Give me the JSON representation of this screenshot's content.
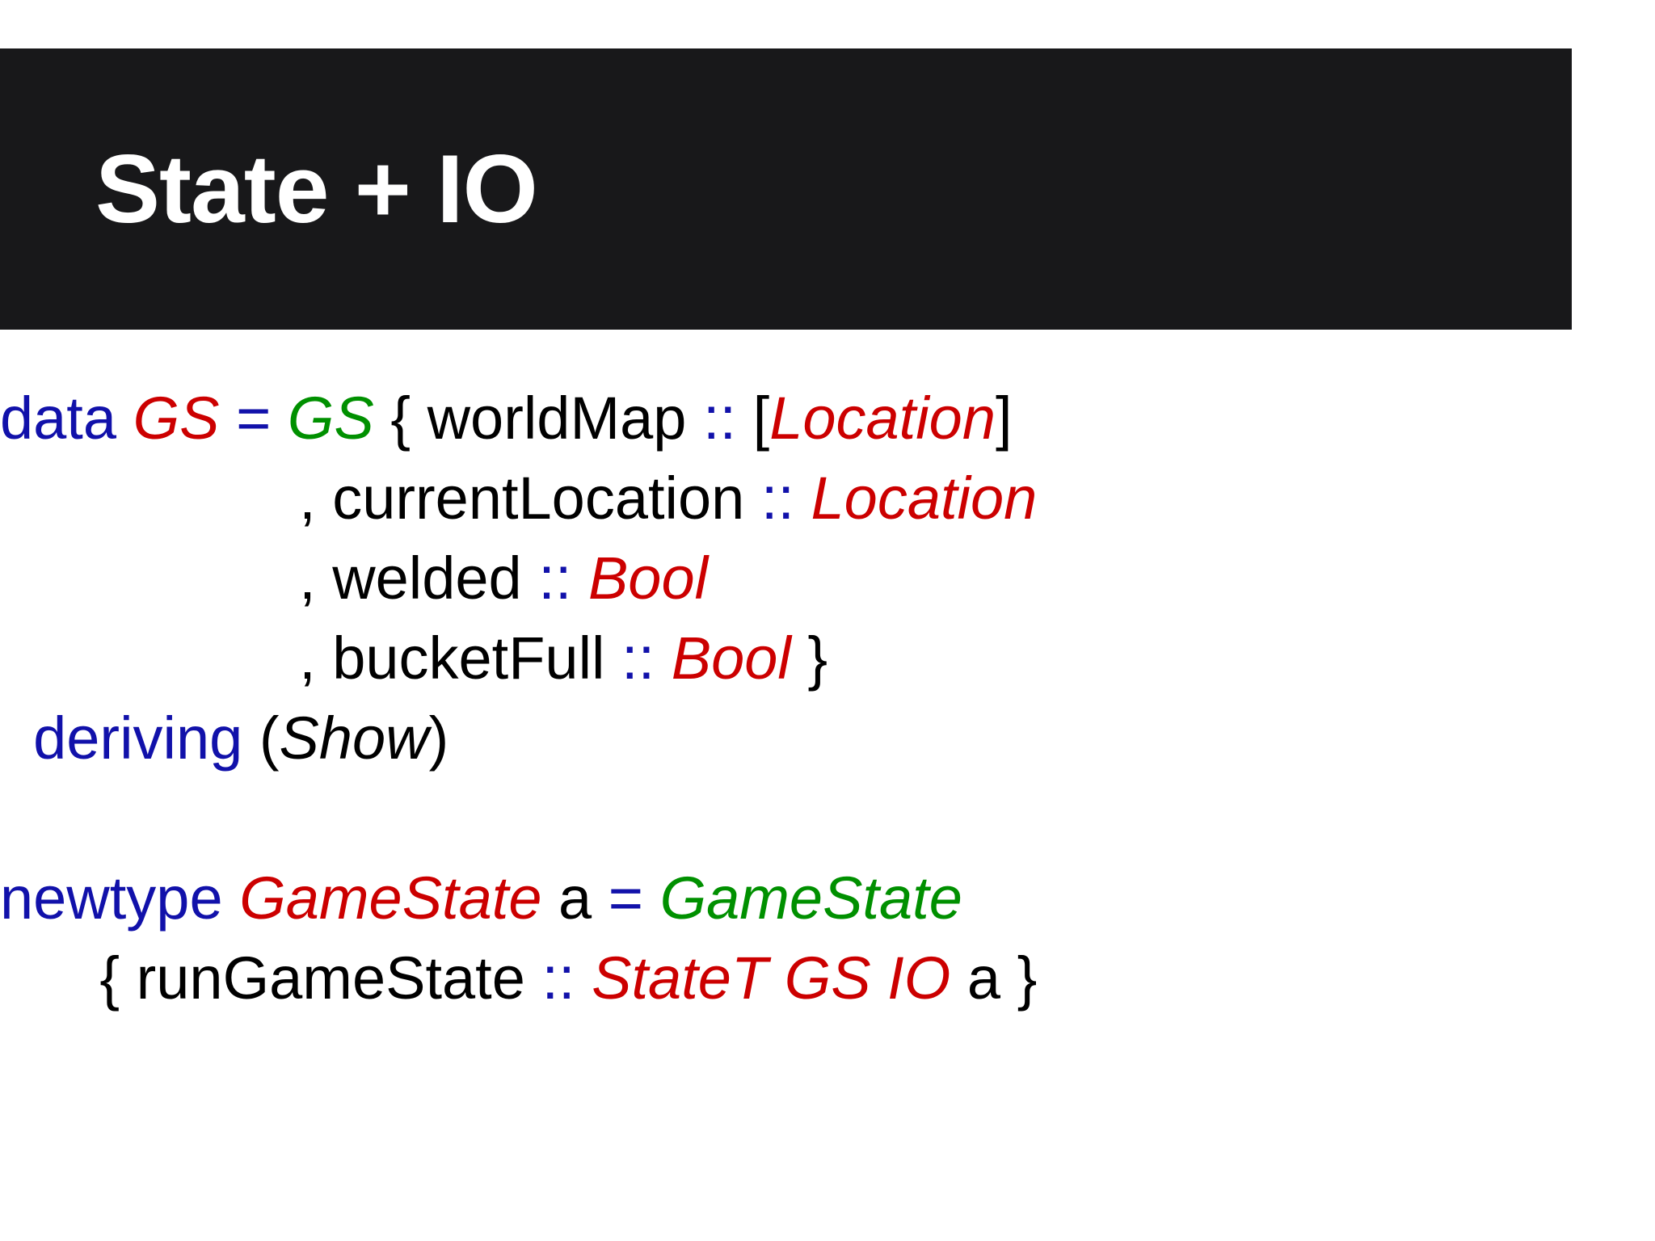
{
  "slide": {
    "title": "State + IO",
    "background_color": "#ffffff",
    "banner_color": "#18181a",
    "title_color": "#ffffff"
  },
  "palette": {
    "keyword_blue": "#1111aa",
    "type_red": "#cc0000",
    "constructor_green": "#009000",
    "plain_black": "#000000"
  },
  "code": {
    "language": "haskell",
    "lines": [
      {
        "id": "line-data-gs",
        "indent": "",
        "tokens": [
          {
            "text": "data ",
            "style": "kw"
          },
          {
            "text": "GS",
            "style": "type-red"
          },
          {
            "text": " ",
            "style": "plain"
          },
          {
            "text": "=",
            "style": "op"
          },
          {
            "text": " ",
            "style": "plain"
          },
          {
            "text": "GS",
            "style": "type-green"
          },
          {
            "text": " { worldMap ",
            "style": "plain"
          },
          {
            "text": "::",
            "style": "op"
          },
          {
            "text": " [",
            "style": "punct"
          },
          {
            "text": "Location",
            "style": "type-red"
          },
          {
            "text": "]",
            "style": "punct"
          }
        ]
      },
      {
        "id": "line-current-location",
        "indent": "                  ",
        "tokens": [
          {
            "text": ", currentLocation ",
            "style": "plain"
          },
          {
            "text": "::",
            "style": "op"
          },
          {
            "text": " ",
            "style": "plain"
          },
          {
            "text": "Location",
            "style": "type-red"
          }
        ]
      },
      {
        "id": "line-welded",
        "indent": "                  ",
        "tokens": [
          {
            "text": ", welded ",
            "style": "plain"
          },
          {
            "text": "::",
            "style": "op"
          },
          {
            "text": " ",
            "style": "plain"
          },
          {
            "text": "Bool",
            "style": "type-red"
          }
        ]
      },
      {
        "id": "line-bucket-full",
        "indent": "                  ",
        "tokens": [
          {
            "text": ", bucketFull ",
            "style": "plain"
          },
          {
            "text": "::",
            "style": "op"
          },
          {
            "text": " ",
            "style": "plain"
          },
          {
            "text": "Bool",
            "style": "type-red"
          },
          {
            "text": " }",
            "style": "punct"
          }
        ]
      },
      {
        "id": "line-deriving",
        "indent": "  ",
        "tokens": [
          {
            "text": "deriving",
            "style": "kw"
          },
          {
            "text": " (",
            "style": "punct"
          },
          {
            "text": "Show",
            "style": "plain-ital"
          },
          {
            "text": ")",
            "style": "punct"
          }
        ]
      },
      {
        "id": "line-blank",
        "indent": "",
        "tokens": []
      },
      {
        "id": "line-newtype-gamestate",
        "indent": "",
        "tokens": [
          {
            "text": "newtype ",
            "style": "kw"
          },
          {
            "text": "GameState",
            "style": "type-red"
          },
          {
            "text": " a ",
            "style": "plain"
          },
          {
            "text": "=",
            "style": "op"
          },
          {
            "text": " ",
            "style": "plain"
          },
          {
            "text": "GameState",
            "style": "type-green"
          }
        ]
      },
      {
        "id": "line-run-gamestate",
        "indent": "      ",
        "tokens": [
          {
            "text": "{ runGameState ",
            "style": "plain"
          },
          {
            "text": "::",
            "style": "op"
          },
          {
            "text": " ",
            "style": "plain"
          },
          {
            "text": "StateT GS IO",
            "style": "type-red"
          },
          {
            "text": " a }",
            "style": "punct"
          }
        ]
      }
    ]
  }
}
